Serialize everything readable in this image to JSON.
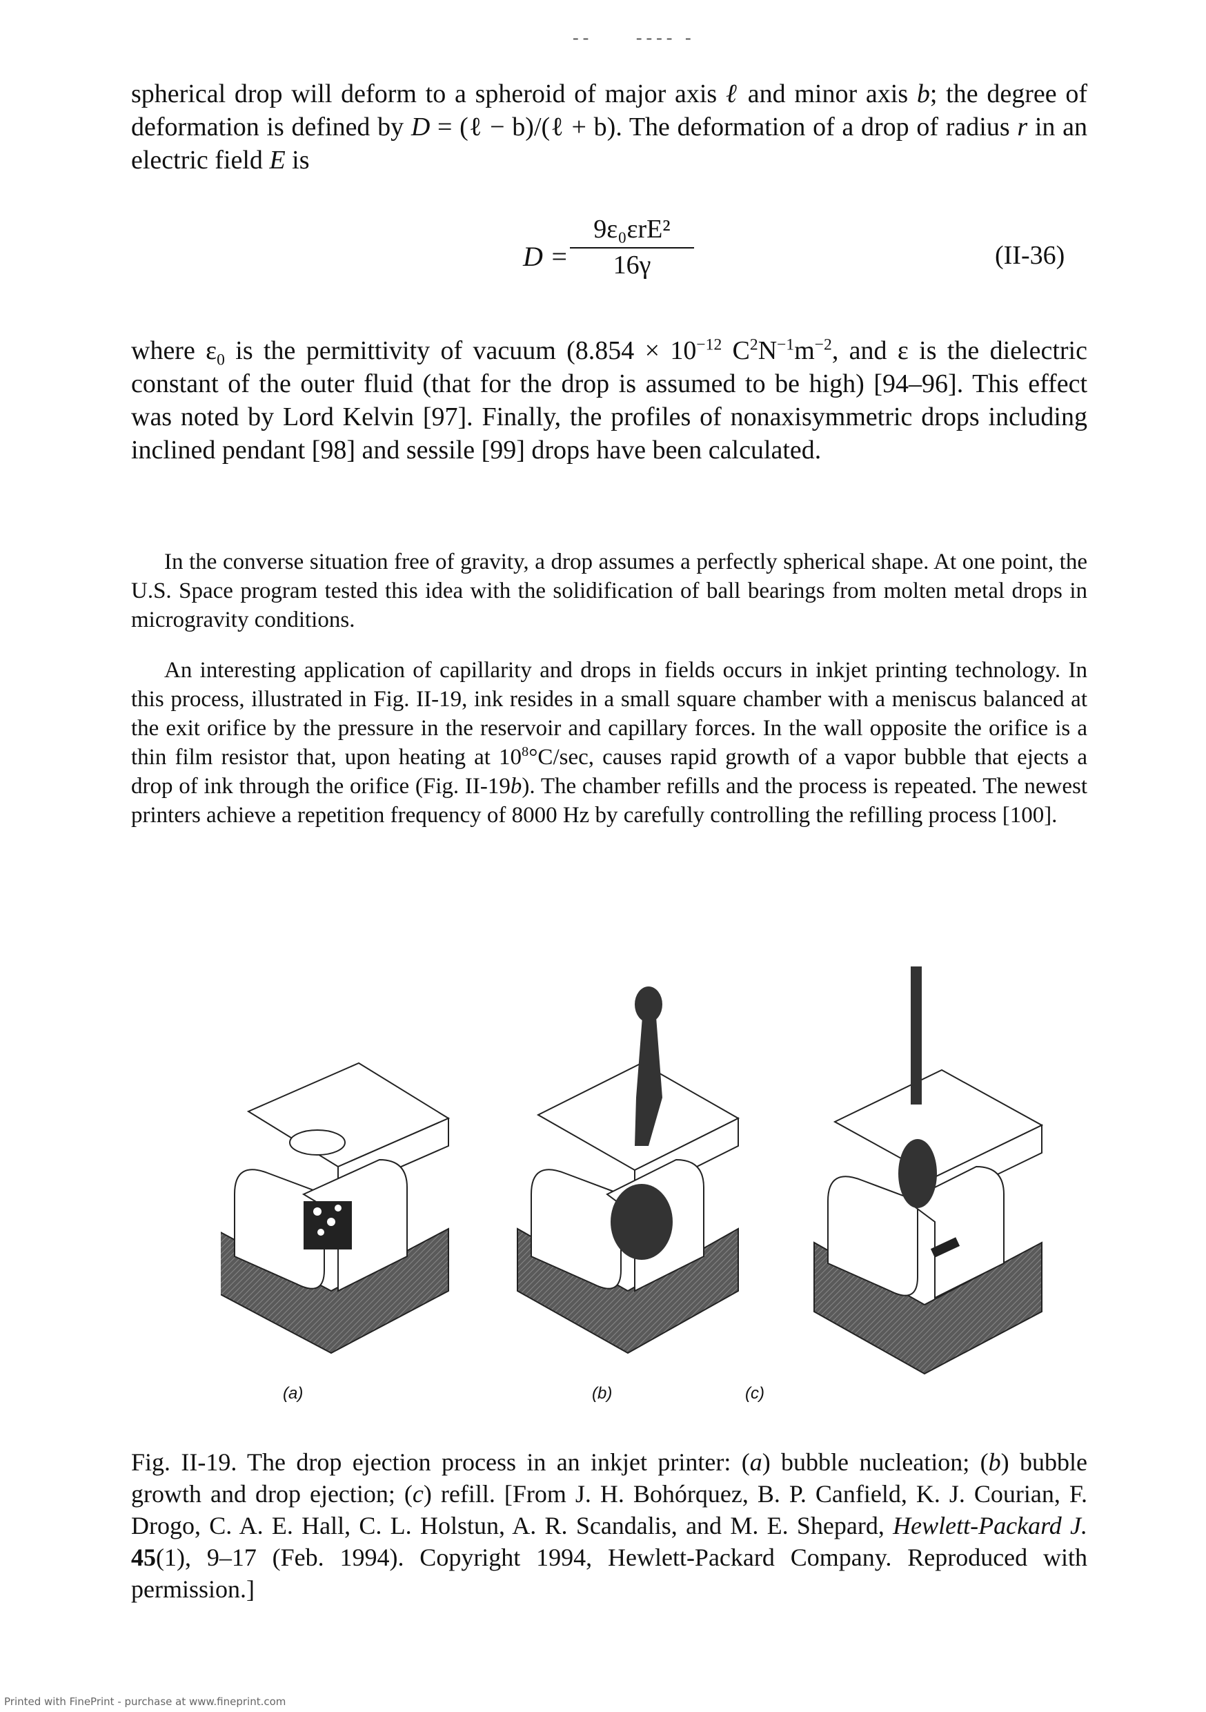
{
  "header": {
    "dashes": "--     ---- -"
  },
  "paragraphs": {
    "p1_prefix": "spherical drop will deform to a spheroid of major axis ",
    "p1_l1": "ℓ",
    "p1_mid1": " and minor axis ",
    "p1_b1": "b",
    "p1_mid2": "; the degree of deformation is defined by ",
    "p1_D": "D",
    "p1_formula": " = (ℓ − b)/(ℓ + b). The deformation of a drop of radius ",
    "p1_r": "r",
    "p1_mid3": " in an electric field ",
    "p1_E": "E",
    "p1_end": " is",
    "p2_a": "where ε",
    "p2_sub0": "0",
    "p2_b": " is the permittivity of vacuum (8.854 × 10",
    "p2_exp": "−12",
    "p2_c": " C",
    "p2_exp2": "2",
    "p2_d": "N",
    "p2_exp3": "−1",
    "p2_e": "m",
    "p2_exp4": "−2",
    "p2_f": ", and ε is the dielectric constant of the outer fluid (that for the drop is assumed to be high) [94–96]. This effect was noted by Lord Kelvin [97]. Finally, the profiles of nonaxisymmetric drops including inclined pendant [98] and sessile [99] drops have been calculated.",
    "p3": "In the converse situation free of gravity, a drop assumes a perfectly spherical shape. At one point, the U.S. Space program tested this idea with the solidification of ball bearings from molten metal drops in microgravity conditions.",
    "p4_a": "An interesting application of capillarity and drops in fields occurs in inkjet printing technology. In this process, illustrated in Fig. II-19, ink resides in a small square chamber with a meniscus balanced at the exit orifice by the pressure in the reservoir and capillary forces. In the wall opposite the orifice is a thin film resistor that, upon heating at 10",
    "p4_exp": "8",
    "p4_b": "°C/sec, causes rapid growth of a vapor bubble that ejects a drop of ink through the orifice (Fig. II-19",
    "p4_b_ital": "b",
    "p4_c": "). The chamber refills and the process is repeated. The newest printers achieve a repetition frequency of 8000 Hz by carefully controlling the refilling process [100]."
  },
  "equation": {
    "lhs": "D =",
    "numerator": "9ε₀εrE²",
    "denominator": "16γ",
    "tag": "(II-36)"
  },
  "figure": {
    "labels": [
      "(a)",
      "(b)",
      "(c)"
    ]
  },
  "caption": {
    "a": "Fig. II-19. The drop ejection process in an inkjet printer: (",
    "a_ital": "a",
    "b": ") bubble nucleation; (",
    "b_ital": "b",
    "c": ") bubble growth and drop ejection; (",
    "c_ital": "c",
    "d": ") refill. [From J. H. Bohórquez, B. P. Canfield, K. J. Courian, F. Drogo, C. A. E. Hall, C. L. Holstun, A. R. Scandalis, and M. E. Shepard, ",
    "journal": "Hewlett-Packard J.",
    "vol": " 45",
    "e": "(1), 9–17 (Feb. 1994). Copyright 1994, Hewlett-Packard Company. Reproduced with permission.]"
  },
  "footer": {
    "text": "Printed with FinePrint - purchase at www.fineprint.com"
  }
}
